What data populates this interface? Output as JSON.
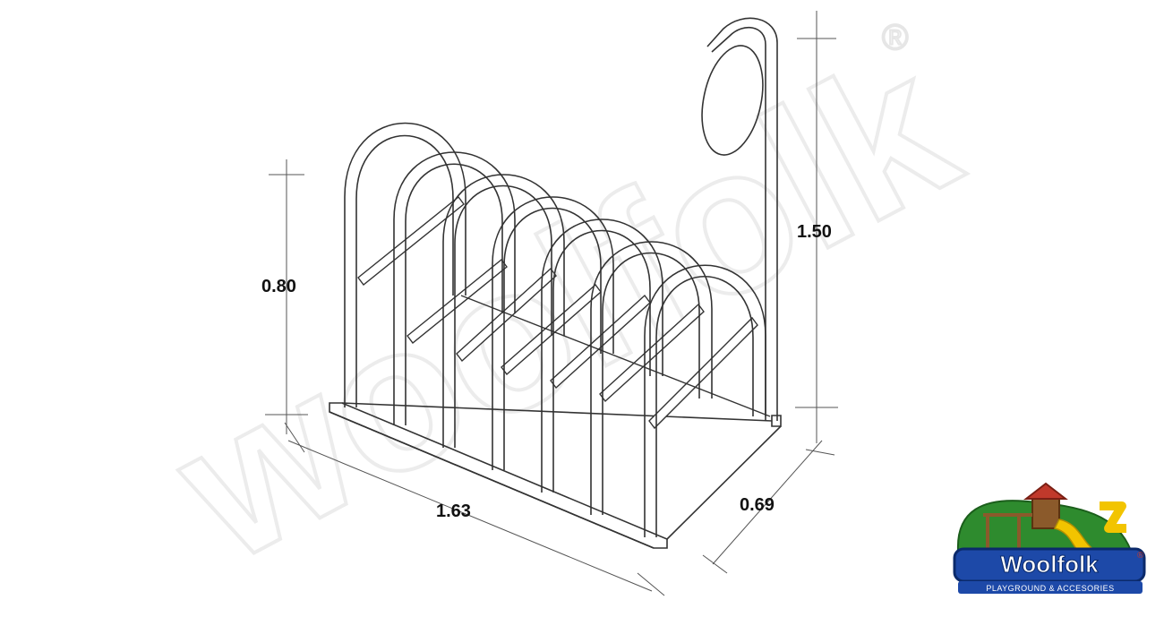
{
  "dimensions": {
    "height_rack": "0.80",
    "height_post": "1.50",
    "length": "1.63",
    "depth": "0.69"
  },
  "logo": {
    "brand": "Woolfolk",
    "tagline": "PLAYGROUND & ACCESORIES",
    "registered": "®"
  },
  "watermark": {
    "text": "woolfolk",
    "registered": "®"
  },
  "colors": {
    "line": "#333333",
    "dimension_line": "#555555",
    "logo_blue": "#1d49a8",
    "logo_green": "#2e8b2e",
    "logo_yellow": "#f2c400",
    "logo_red": "#c0392b"
  }
}
